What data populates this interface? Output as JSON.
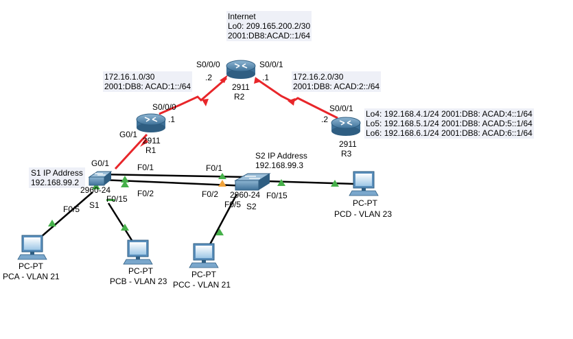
{
  "internet": {
    "title": "Internet",
    "lo0_v4": "Lo0: 209.165.200.2/30",
    "lo0_v6": "2001:DB8:ACAD::1/64"
  },
  "r2": {
    "model": "2911",
    "name": "R2",
    "s000": "S0/0/0",
    "s001": "S0/0/1",
    "s000_host": ".2",
    "s001_host": ".1"
  },
  "r1": {
    "model": "2911",
    "name": "R1",
    "s000": "S0/0/0",
    "s000_host": ".1",
    "g01": "G0/1"
  },
  "r3": {
    "model": "2911",
    "name": "R3",
    "s001": "S0/0/1",
    "s001_host": ".2",
    "lo4": "Lo4:  192.168.4.1/24   2001:DB8: ACAD:4::1/64",
    "lo5": "Lo5:  192.168.5.1/24   2001:DB8: ACAD:5::1/64",
    "lo6": "Lo6:  192.168.6.1/24   2001:DB8: ACAD:6::1/64"
  },
  "net_r1_r2": {
    "v4": "172.16.1.0/30",
    "v6": "2001:DB8: ACAD:1::/64"
  },
  "net_r2_r3": {
    "v4": "172.16.2.0/30",
    "v6": "2001:DB8: ACAD:2::/64"
  },
  "s1": {
    "ip_title": "S1 IP Address",
    "ip": "192.168.99.2",
    "model": "2960-24",
    "name": "S1",
    "g01": "G0/1",
    "f01": "F0/1",
    "f02": "F0/2",
    "f05": "F0/5",
    "f015": "F0/15"
  },
  "s2": {
    "ip_title": "S2 IP Address",
    "ip": "192.168.99.3",
    "model": "2960-24",
    "name": "S2",
    "f01": "F0/1",
    "f02": "F0/2",
    "f05": "F0/5",
    "f015": "F0/15"
  },
  "pca": {
    "type": "PC-PT",
    "name": "PCA - VLAN 21"
  },
  "pcb": {
    "type": "PC-PT",
    "name": "PCB - VLAN 23"
  },
  "pcc": {
    "type": "PC-PT",
    "name": "PCC - VLAN 21"
  },
  "pcd": {
    "type": "PC-PT",
    "name": "PCD - VLAN 23"
  },
  "colors": {
    "serial": "#e8262a",
    "ethernet": "#000000",
    "up": "#46b04a",
    "blocking": "#f0a23a",
    "device": "#4a88b8"
  }
}
